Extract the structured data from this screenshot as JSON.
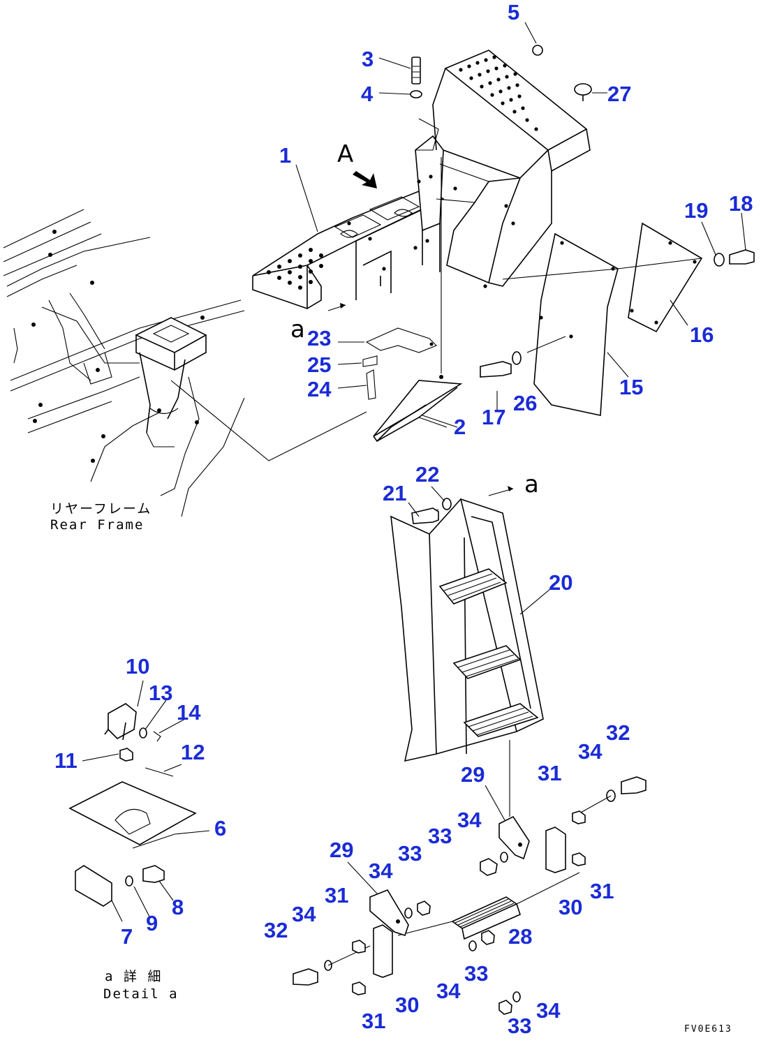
{
  "figure_code": "FV0E613",
  "view_marks": {
    "view_a_upper": "A",
    "arrow_a_lower_1": "a",
    "arrow_a_lower_2": "a"
  },
  "rear_frame_caption": {
    "jp": "リヤーフレーム",
    "en": "Rear Frame"
  },
  "detail_caption": {
    "jp": "a 詳 細",
    "en": "Detail a"
  },
  "callout_color": "#1a2bd6",
  "callouts": [
    {
      "id": "c1",
      "label": "1"
    },
    {
      "id": "c2",
      "label": "2"
    },
    {
      "id": "c3",
      "label": "3"
    },
    {
      "id": "c4",
      "label": "4"
    },
    {
      "id": "c5",
      "label": "5"
    },
    {
      "id": "c6",
      "label": "6"
    },
    {
      "id": "c7",
      "label": "7"
    },
    {
      "id": "c8",
      "label": "8"
    },
    {
      "id": "c9",
      "label": "9"
    },
    {
      "id": "c10",
      "label": "10"
    },
    {
      "id": "c11",
      "label": "11"
    },
    {
      "id": "c12",
      "label": "12"
    },
    {
      "id": "c13",
      "label": "13"
    },
    {
      "id": "c14",
      "label": "14"
    },
    {
      "id": "c15",
      "label": "15"
    },
    {
      "id": "c16",
      "label": "16"
    },
    {
      "id": "c17",
      "label": "17"
    },
    {
      "id": "c18",
      "label": "18"
    },
    {
      "id": "c19",
      "label": "19"
    },
    {
      "id": "c20",
      "label": "20"
    },
    {
      "id": "c21",
      "label": "21"
    },
    {
      "id": "c22",
      "label": "22"
    },
    {
      "id": "c23",
      "label": "23"
    },
    {
      "id": "c24",
      "label": "24"
    },
    {
      "id": "c25",
      "label": "25"
    },
    {
      "id": "c26",
      "label": "26"
    },
    {
      "id": "c27",
      "label": "27"
    },
    {
      "id": "c28",
      "label": "28"
    },
    {
      "id": "c29a",
      "label": "29"
    },
    {
      "id": "c29b",
      "label": "29"
    },
    {
      "id": "c30a",
      "label": "30"
    },
    {
      "id": "c30b",
      "label": "30"
    },
    {
      "id": "c31a",
      "label": "31"
    },
    {
      "id": "c31b",
      "label": "31"
    },
    {
      "id": "c31c",
      "label": "31"
    },
    {
      "id": "c31d",
      "label": "31"
    },
    {
      "id": "c32a",
      "label": "32"
    },
    {
      "id": "c32b",
      "label": "32"
    },
    {
      "id": "c33a",
      "label": "33"
    },
    {
      "id": "c33b",
      "label": "33"
    },
    {
      "id": "c33c",
      "label": "33"
    },
    {
      "id": "c33d",
      "label": "33"
    },
    {
      "id": "c34a",
      "label": "34"
    },
    {
      "id": "c34b",
      "label": "34"
    },
    {
      "id": "c34c",
      "label": "34"
    },
    {
      "id": "c34d",
      "label": "34"
    },
    {
      "id": "c34e",
      "label": "34"
    },
    {
      "id": "c34f",
      "label": "34"
    }
  ]
}
